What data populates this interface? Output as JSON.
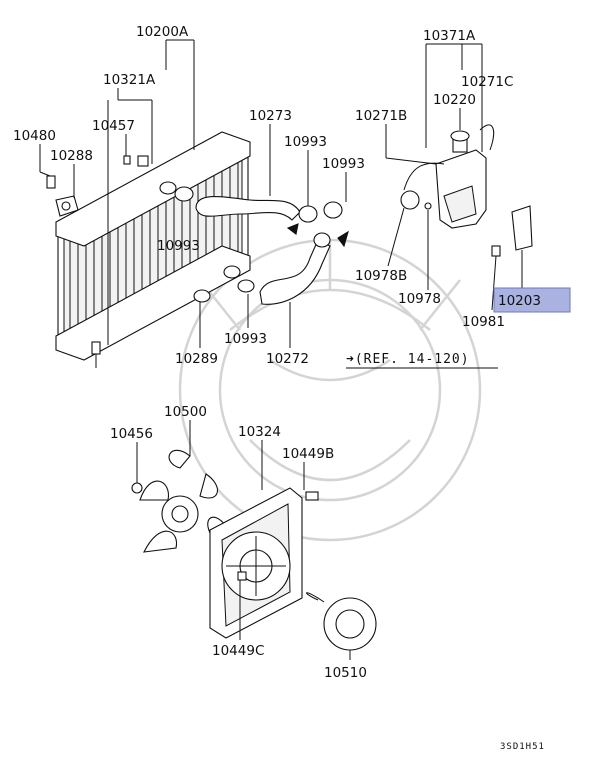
{
  "diagram": {
    "labels": {
      "p10200A": "10200A",
      "p10321A": "10321A",
      "p10457": "10457",
      "p10480": "10480",
      "p10288": "10288",
      "p10273": "10273",
      "p10993_a": "10993",
      "p10993_b": "10993",
      "p10993_c": "10993",
      "p10993_d": "10993",
      "p10289": "10289",
      "p10272": "10272",
      "p10371A": "10371A",
      "p10271C": "10271C",
      "p10220": "10220",
      "p10271B": "10271B",
      "p10978B": "10978B",
      "p10978": "10978",
      "p10203": "10203",
      "p10981": "10981",
      "p10500": "10500",
      "p10456": "10456",
      "p10324": "10324",
      "p10449B": "10449B",
      "p10449C": "10449C",
      "p10510": "10510"
    },
    "reference": "➜(REF. 14-120)",
    "code": "3SD1H51",
    "highlight": {
      "part": "10203",
      "color": "#a9b2e0"
    }
  }
}
